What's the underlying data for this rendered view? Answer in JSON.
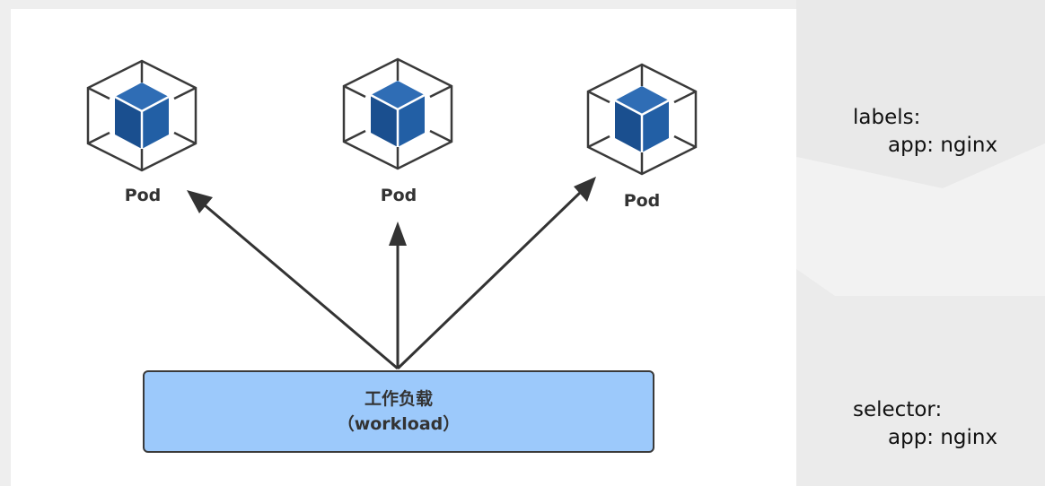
{
  "diagram": {
    "pods": [
      {
        "label": "Pod"
      },
      {
        "label": "Pod"
      },
      {
        "label": "Pod"
      }
    ],
    "workload": {
      "title": "工作负载",
      "subtitle": "（workload）"
    }
  },
  "side_notes": {
    "labels": {
      "key": "labels:",
      "value": "app: nginx"
    },
    "selector": {
      "key": "selector:",
      "value": "app: nginx"
    }
  },
  "colors": {
    "cube_fill": "#1f5aa0",
    "cube_outline": "#3a3a3a",
    "workload_fill": "#9cc9fb",
    "arrow": "#333333"
  }
}
